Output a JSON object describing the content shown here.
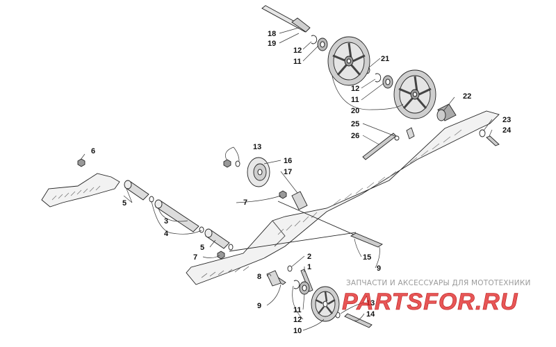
{
  "labels": [
    {
      "text": "18"
    },
    {
      "text": "19"
    },
    {
      "text": "12"
    },
    {
      "text": "11"
    },
    {
      "text": "21"
    },
    {
      "text": "12"
    },
    {
      "text": "11"
    },
    {
      "text": "20"
    },
    {
      "text": "22"
    },
    {
      "text": "25"
    },
    {
      "text": "26"
    },
    {
      "text": "23"
    },
    {
      "text": "24"
    },
    {
      "text": "6"
    },
    {
      "text": "13"
    },
    {
      "text": "16"
    },
    {
      "text": "17"
    },
    {
      "text": "7"
    },
    {
      "text": "5"
    },
    {
      "text": "3"
    },
    {
      "text": "4"
    },
    {
      "text": "5"
    },
    {
      "text": "7"
    },
    {
      "text": "15"
    },
    {
      "text": "9"
    },
    {
      "text": "2"
    },
    {
      "text": "1"
    },
    {
      "text": "8"
    },
    {
      "text": "9"
    },
    {
      "text": "11"
    },
    {
      "text": "12"
    },
    {
      "text": "10"
    },
    {
      "text": "13"
    },
    {
      "text": "14"
    }
  ],
  "watermark": {
    "caption": "ЗАПЧАСТИ И АКСЕССУАРЫ ДЛЯ МОТОТЕХНИКИ",
    "logo": "PARTSFOR.RU",
    "color": "#e02626"
  },
  "colors": {
    "line": "#222222",
    "wheel_fill": "#cfcfcf",
    "rail_fill": "#f2f2f2"
  }
}
